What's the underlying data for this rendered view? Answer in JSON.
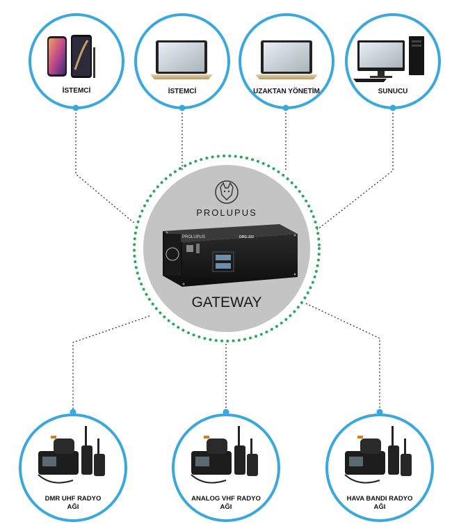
{
  "top_nodes": [
    {
      "label": "İSTEMCİ",
      "device": "smartphone-icon"
    },
    {
      "label": "İSTEMCİ",
      "device": "laptop-icon"
    },
    {
      "label": "UZAKTAN YÖNETİM",
      "device": "laptop-icon"
    },
    {
      "label": "SUNUCU",
      "device": "desktop-computer-icon"
    }
  ],
  "gateway": {
    "brand": "PROLUPUS",
    "device_brand": "PROLUPUS",
    "model": "DRG-102",
    "title": "GATEWAY"
  },
  "bottom_nodes": [
    {
      "label_line1": "DMR UHF RADYO",
      "label_line2": "AĞI",
      "device": "radio-set-icon"
    },
    {
      "label_line1": "ANALOG VHF RADYO",
      "label_line2": "AĞI",
      "device": "radio-set-icon"
    },
    {
      "label_line1": "HAVA BANDI RADYO",
      "label_line2": "AĞI",
      "device": "radio-set-icon"
    }
  ],
  "colors": {
    "ring": "#3aa8dc",
    "dots": "#2aa85a",
    "gateway_fill": "#c4c4c4",
    "connector": "#333333"
  }
}
